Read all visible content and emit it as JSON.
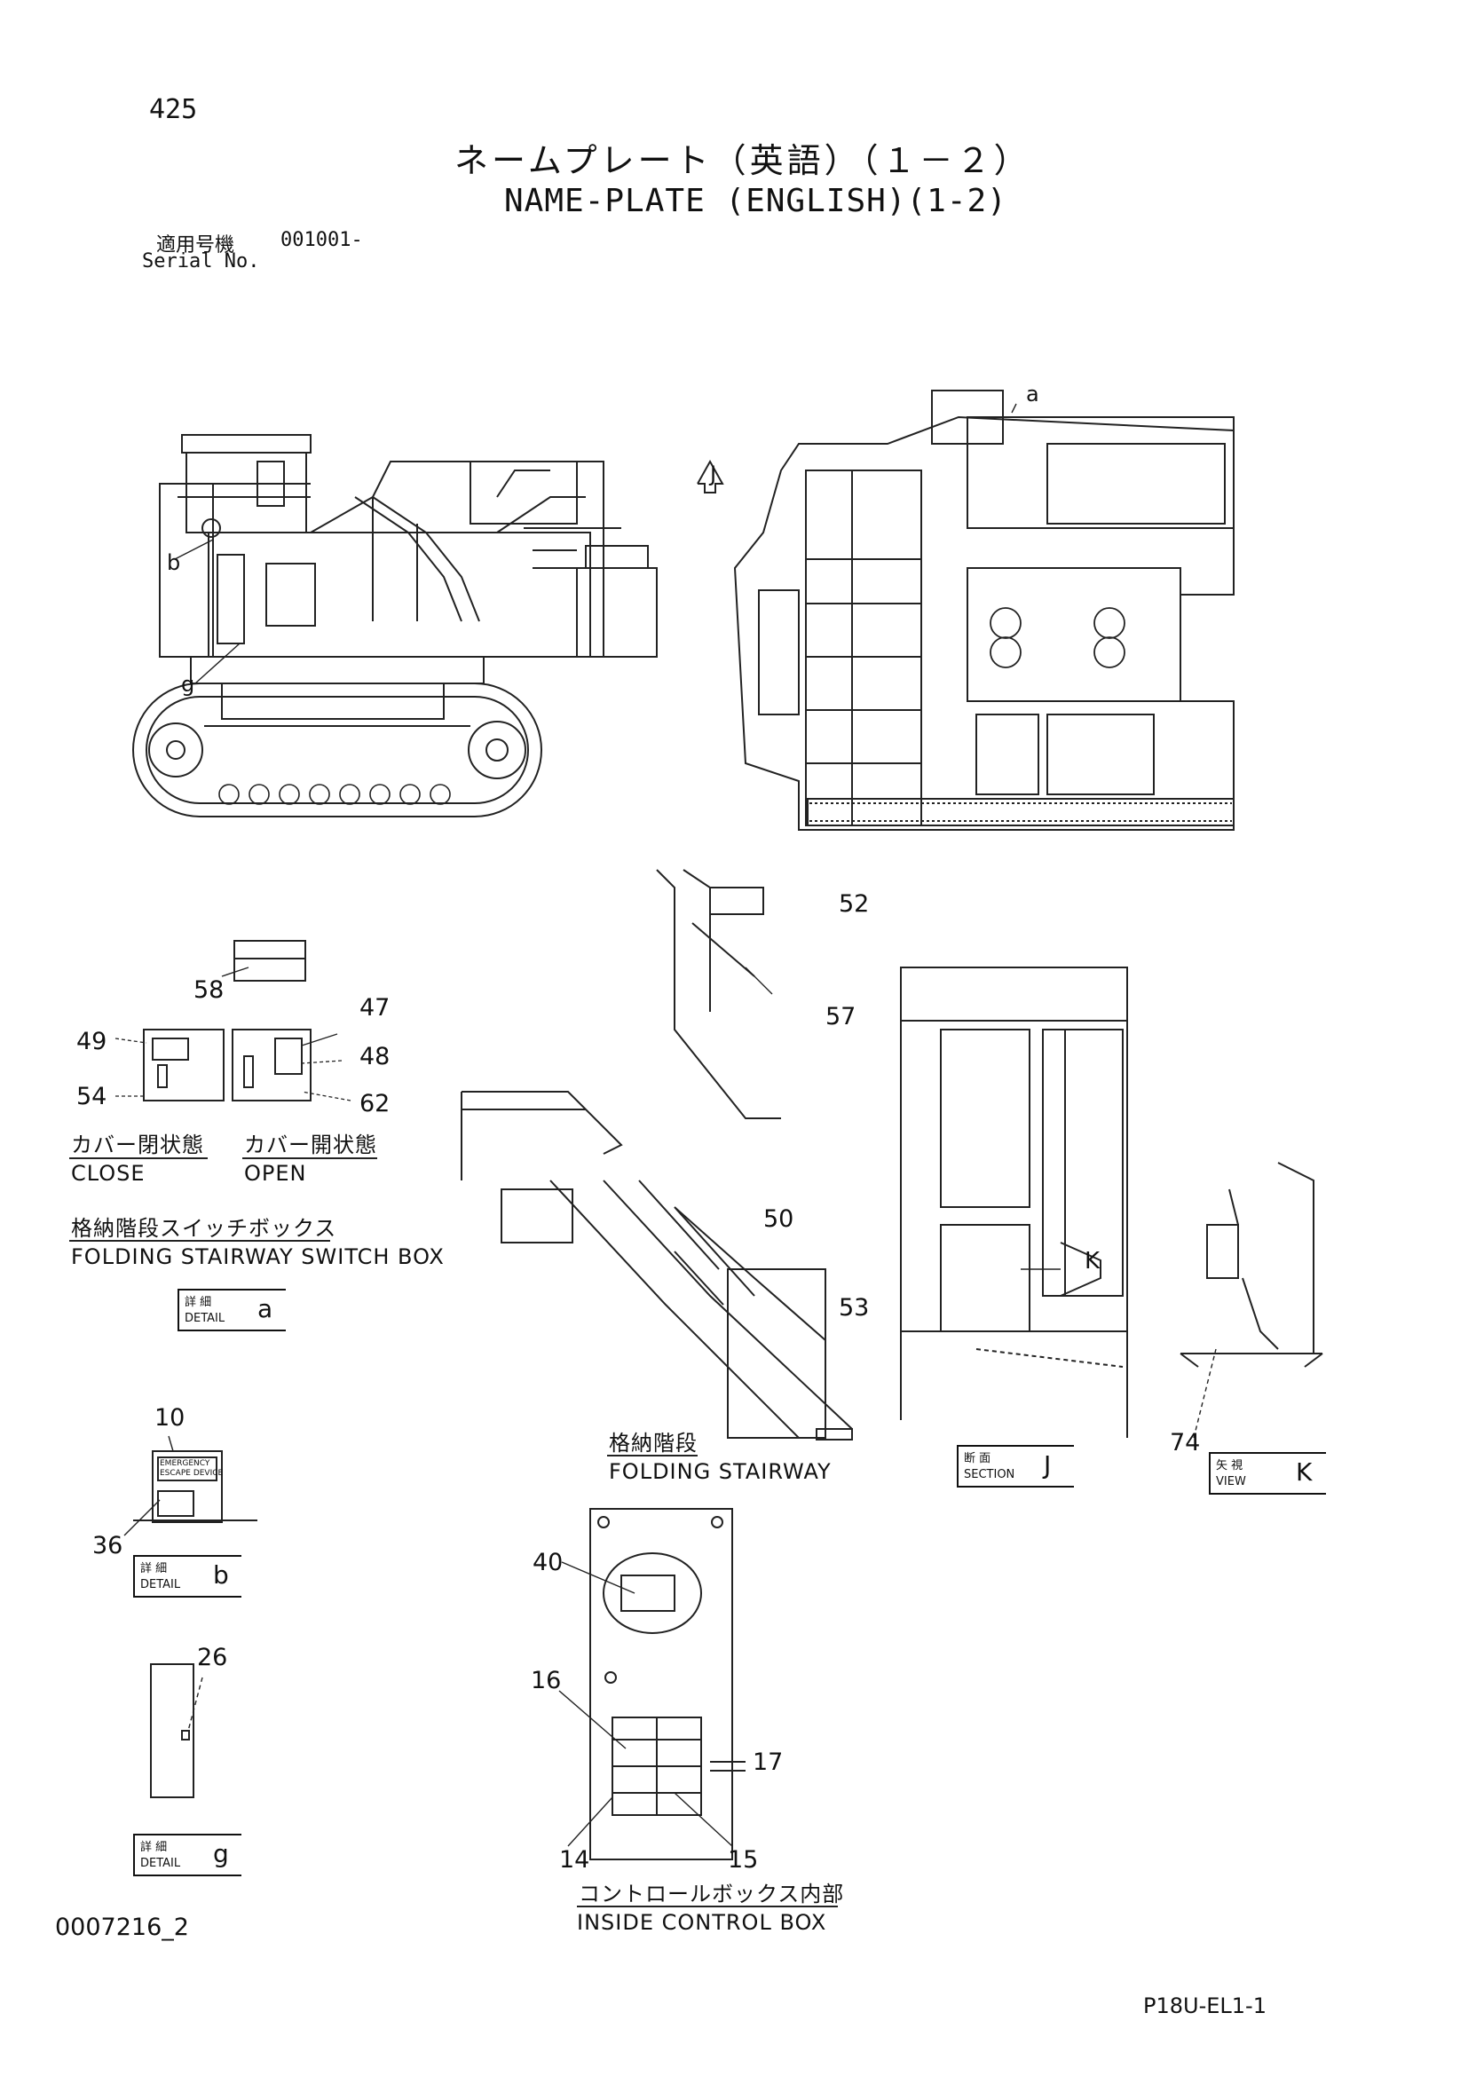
{
  "page_number": "425",
  "title_jp": "ネームプレート（英語）（１－２）",
  "title_en": "NAME-PLATE (ENGLISH)(1-2)",
  "serial_label_jp": "適用号機",
  "serial_value": "001001-",
  "serial_label_en": "Serial No.",
  "view_markers": {
    "a": "a",
    "b": "b",
    "g": "g",
    "J": "J",
    "K": "K"
  },
  "callouts": {
    "c52": "52",
    "c57": "57",
    "c58": "58",
    "c47": "47",
    "c48": "48",
    "c49": "49",
    "c54": "54",
    "c62": "62",
    "c50": "50",
    "c53": "53",
    "c74": "74",
    "c10": "10",
    "c36": "36",
    "c26": "26",
    "c40": "40",
    "c16": "16",
    "c17": "17",
    "c14": "14",
    "c15": "15"
  },
  "labels": {
    "cover_closed_jp": "カバー閉状態",
    "cover_closed_en": "CLOSE",
    "cover_open_jp": "カバー開状態",
    "cover_open_en": "OPEN",
    "switch_box_jp": "格納階段スイッチボックス",
    "switch_box_en": "FOLDING STAIRWAY SWITCH BOX",
    "stairway_jp": "格納階段",
    "stairway_en": "FOLDING STAIRWAY",
    "control_box_jp": "コントロールボックス内部",
    "control_box_en": "INSIDE CONTROL BOX"
  },
  "detail_boxes": {
    "detail_jp": "詳 細",
    "detail_en": "DETAIL",
    "section_jp": "断 面",
    "section_en": "SECTION",
    "view_jp": "矢 視",
    "view_en": "VIEW",
    "a": "a",
    "b": "b",
    "g": "g",
    "J": "J",
    "K": "K"
  },
  "plate_text": {
    "emergency": "EMERGENCY",
    "escape": "ESCAPE DEVICE"
  },
  "doc_code": "0007216_2",
  "page_code": "P18U-EL1-1"
}
